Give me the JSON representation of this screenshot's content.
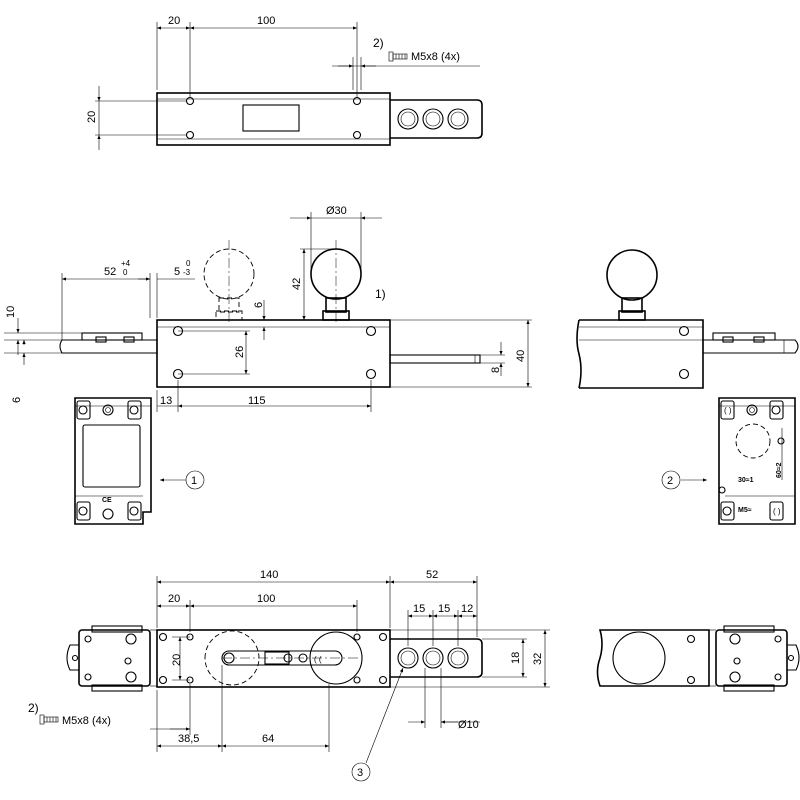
{
  "top_view": {
    "dim_20": "20",
    "dim_100": "100",
    "dim_20_vertical": "20",
    "note_marker": "2)",
    "screw_label": "M5x8 (4x)"
  },
  "front_view": {
    "dim_52": "52",
    "dim_52_tol_upper": "+4",
    "dim_52_tol_lower": "0",
    "dim_5": "5",
    "dim_5_tol_upper": "0",
    "dim_5_tol_lower": "-3",
    "dim_30_dia": "Ø30",
    "dim_42": "42",
    "dim_6_upper": "6",
    "dim_26": "26",
    "dim_10": "10",
    "dim_6_left": "6",
    "dim_8": "8",
    "dim_40": "40",
    "dim_13": "13",
    "dim_115": "115",
    "note_marker": "1)",
    "callout_1": "1"
  },
  "side_view": {
    "callout_2": "2",
    "plate_label_60": "60≈2",
    "plate_label_30": "30≈1",
    "plate_label_m5": "M5≈"
  },
  "bottom_view": {
    "dim_140": "140",
    "dim_52": "52",
    "dim_20": "20",
    "dim_100": "100",
    "dim_15a": "15",
    "dim_15b": "15",
    "dim_12": "12",
    "dim_20_vertical": "20",
    "dim_18": "18",
    "dim_32": "32",
    "dim_38_5": "38,5",
    "dim_64": "64",
    "dim_10_dia": "Ø10",
    "callout_3": "3",
    "note_marker": "2)",
    "screw_label": "M5x8 (4x)"
  }
}
